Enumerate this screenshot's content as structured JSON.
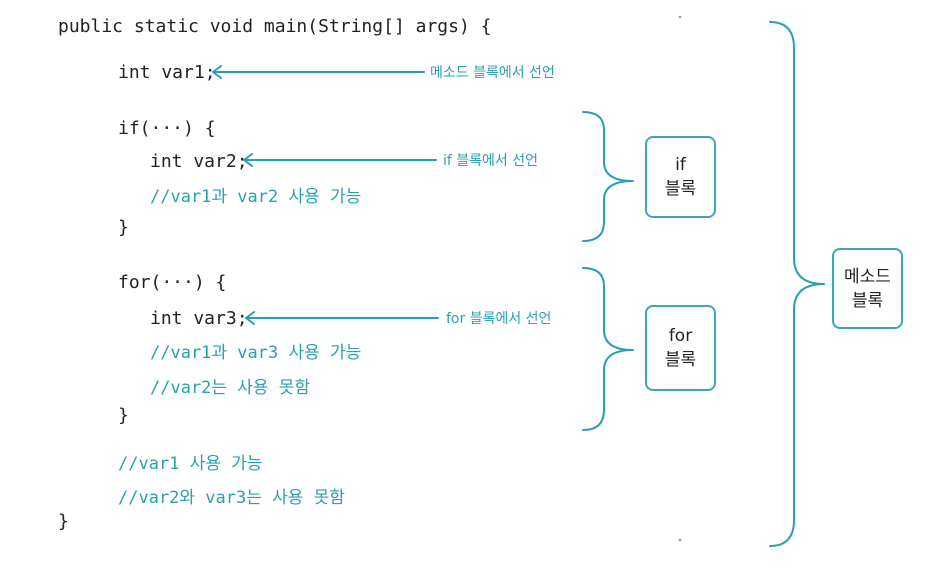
{
  "code": {
    "line_main": "public static void main(String[] args) {",
    "line_var1": "int var1;",
    "line_if": "if(···) {",
    "line_var2": "int var2;",
    "line_if_comment": "//var1과 var2 사용 가능",
    "line_if_close": "}",
    "line_for": "for(···) {",
    "line_var3": "int var3;",
    "line_for_comment1": "//var1과 var3 사용 가능",
    "line_for_comment2": "//var2는 사용 못함",
    "line_for_close": "}",
    "line_method_comment1": "//var1 사용 가능",
    "line_method_comment2": "//var2와 var3는 사용 못함",
    "line_method_close": "}"
  },
  "notes": {
    "var1_note": "메소드 블록에서 선언",
    "var2_note": "if 블록에서 선언",
    "var3_note": "for 블록에서 선언"
  },
  "boxes": {
    "if_box": [
      "if",
      "블록"
    ],
    "for_box": [
      "for",
      "블록"
    ],
    "method_box": [
      "메소드",
      "블록"
    ]
  },
  "colors": {
    "accent": "#2a9fb2",
    "text": "#222222"
  }
}
